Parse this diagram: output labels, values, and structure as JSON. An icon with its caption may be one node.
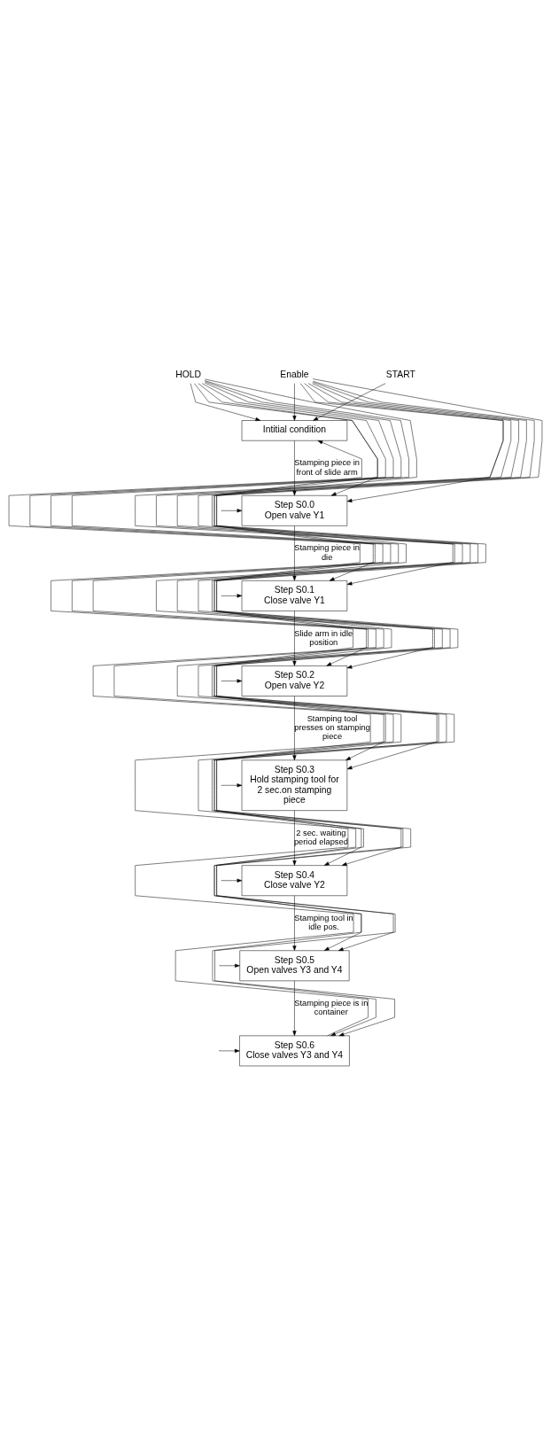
{
  "diagram": {
    "nodes": [
      {
        "text": [
          "HOLD"
        ]
      },
      {
        "text": [
          "START"
        ]
      },
      {
        "text": [
          "Enable"
        ]
      },
      {
        "text": [
          "Intitial condition"
        ]
      },
      {
        "text": [
          "Step S0.0",
          "Open valve Y1"
        ]
      },
      {
        "text": [
          "Step S0.1",
          "Close valve Y1"
        ]
      },
      {
        "text": [
          "Step S0.2",
          "Open valve Y2"
        ]
      },
      {
        "text": [
          "Step S0.3",
          "Hold stamping tool for 2 sec.on stamping piece"
        ]
      },
      {
        "text": [
          "Step S0.4",
          "Close valve Y2"
        ]
      },
      {
        "text": [
          "Step S0.5",
          "Open valves Y3 and Y4"
        ]
      },
      {
        "text": [
          "Step S0.6",
          "Close valves Y3 and Y4"
        ]
      }
    ],
    "edges": [
      {
        "from": 1,
        "to": 3,
        "arrow": "to"
      },
      {
        "from": 3,
        "to": 4,
        "arrow": "to",
        "label": "Stamping piece in front of slide arm"
      },
      {
        "from": 4,
        "to": 5,
        "arrow": "to",
        "label": "Stamping piece in die"
      },
      {
        "from": 5,
        "to": 6,
        "arrow": "to",
        "label": "Slide arm in idle position"
      },
      {
        "from": 6,
        "to": 7,
        "arrow": "to",
        "label": "Stamping tool presses on stamping piece"
      },
      {
        "from": 7,
        "to": 8,
        "arrow": "to",
        "label": "2 sec. waiting period elapsed"
      },
      {
        "from": 8,
        "to": 9,
        "arrow": "to",
        "label": "Stamping tool in idle pos."
      },
      {
        "from": 9,
        "to": 10,
        "arrow": "to",
        "label": "Stamping piece is in container"
      },
      {
        "from": 10,
        "to": 3,
        "arrow": "to"
      },
      {
        "from": 0,
        "to": 3,
        "arrow": "to"
      },
      {
        "from": 0,
        "to": 4,
        "arrow": "to"
      },
      {
        "from": 0,
        "to": 5,
        "arrow": "to"
      },
      {
        "from": 0,
        "to": 6,
        "arrow": "to"
      },
      {
        "from": 0,
        "to": 7,
        "arrow": "to"
      },
      {
        "from": 0,
        "to": 8,
        "arrow": "to"
      },
      {
        "from": 0,
        "to": 9,
        "arrow": "to"
      },
      {
        "from": 0,
        "to": 10,
        "arrow": "to"
      },
      {
        "from": 2,
        "to": 3,
        "arrow": "to"
      },
      {
        "from": 2,
        "to": 4,
        "arrow": "to"
      },
      {
        "from": 2,
        "to": 5,
        "arrow": "to"
      },
      {
        "from": 2,
        "to": 6,
        "arrow": "to"
      },
      {
        "from": 2,
        "to": 7,
        "arrow": "to"
      },
      {
        "from": 2,
        "to": 8,
        "arrow": "to"
      },
      {
        "from": 2,
        "to": 9,
        "arrow": "to"
      },
      {
        "from": 2,
        "to": 10,
        "arrow": "to"
      },
      {
        "from": null,
        "to": 4,
        "arrow": "to"
      },
      {
        "from": null,
        "to": 5,
        "arrow": "to"
      },
      {
        "from": null,
        "to": 6,
        "arrow": "to"
      },
      {
        "from": null,
        "to": 7,
        "arrow": "to"
      },
      {
        "from": null,
        "to": 8,
        "arrow": "to"
      },
      {
        "from": null,
        "to": 9,
        "arrow": "to"
      },
      {
        "from": null,
        "to": 10,
        "arrow": "to"
      }
    ]
  }
}
